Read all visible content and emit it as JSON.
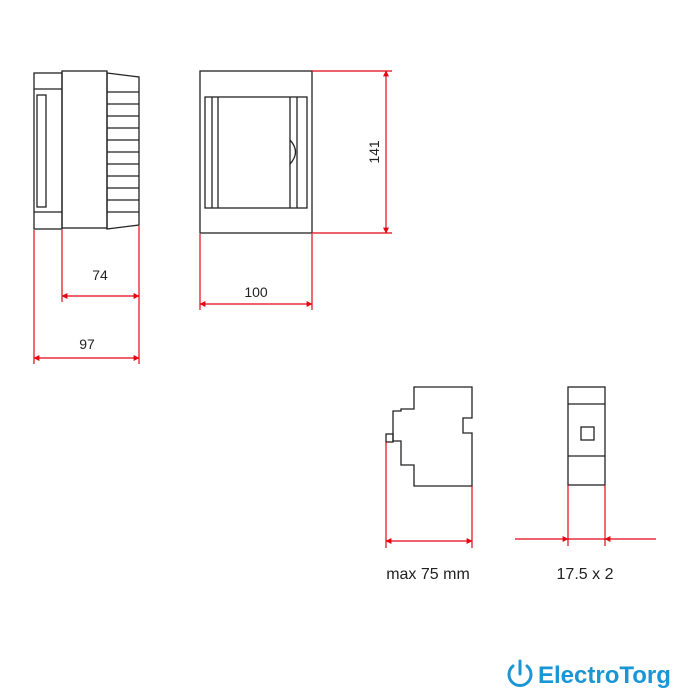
{
  "colors": {
    "outline": "#222222",
    "dimension": "#e30613",
    "brand": "#1a96d4"
  },
  "dimensions": {
    "side_inner": "74",
    "side_outer": "97",
    "front_width": "100",
    "front_height": "141"
  },
  "captions": {
    "depth": "max 75 mm",
    "module_width": "17.5 x 2"
  },
  "brand": {
    "icon": "power-icon",
    "name": "ElectroTorg"
  }
}
